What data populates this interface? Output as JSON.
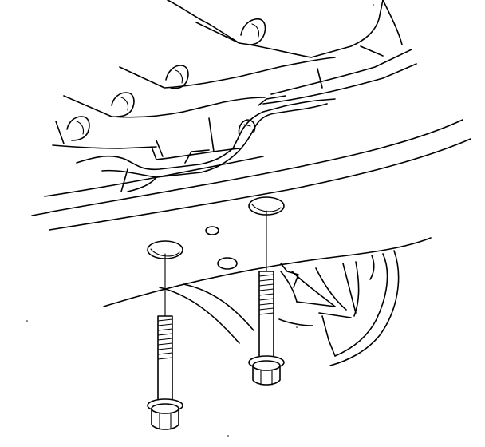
{
  "diagram": {
    "style": "black line-art technical illustration",
    "colors": {
      "background": "#ffffff",
      "ink": "#000000"
    },
    "parts": [
      {
        "name": "transmission-pan",
        "role": "upper assembly with bolt bosses"
      },
      {
        "name": "mount-bracket",
        "role": "bracket under pan"
      },
      {
        "name": "crossmember",
        "role": "frame crossmember"
      },
      {
        "name": "mount-bolt-left",
        "role": "flanged hex bolt"
      },
      {
        "name": "mount-bolt-right",
        "role": "flanged hex bolt"
      }
    ],
    "bolt_count": 2
  }
}
